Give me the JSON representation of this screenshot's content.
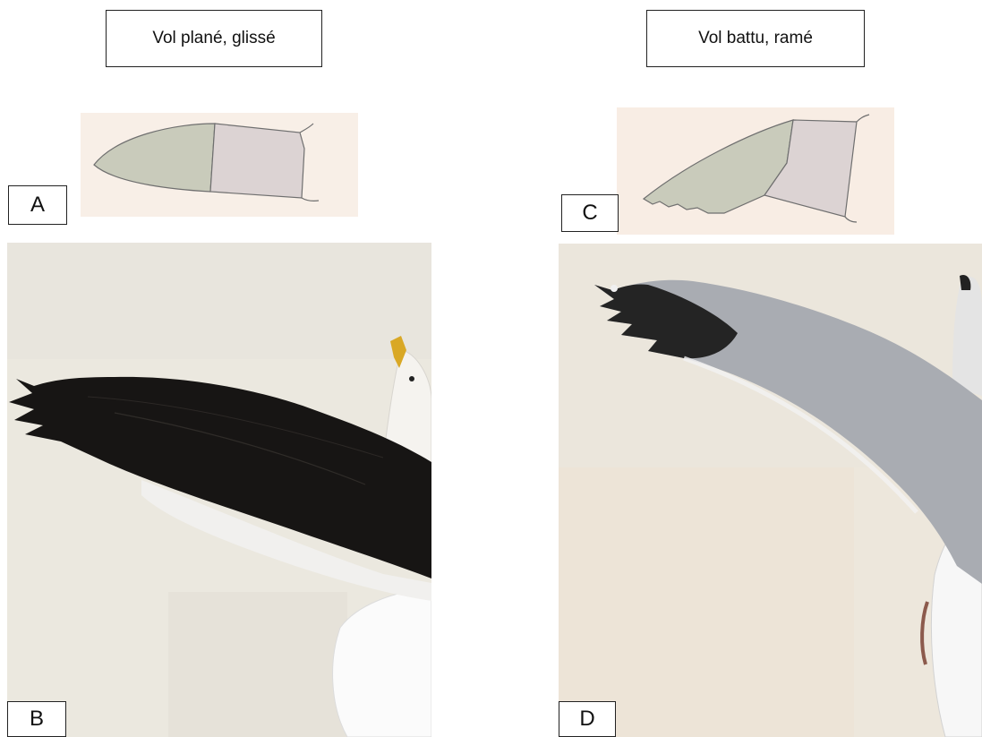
{
  "titles": {
    "left": "Vol plané, glissé",
    "right": "Vol battu, ramé"
  },
  "labels": {
    "a": "A",
    "b": "B",
    "c": "C",
    "d": "D"
  },
  "colors": {
    "wing_hand": "#c9cbbb",
    "wing_arm": "#dcd3d3",
    "eagle_black": "#171514",
    "gull_grey": "#a9acb2"
  }
}
